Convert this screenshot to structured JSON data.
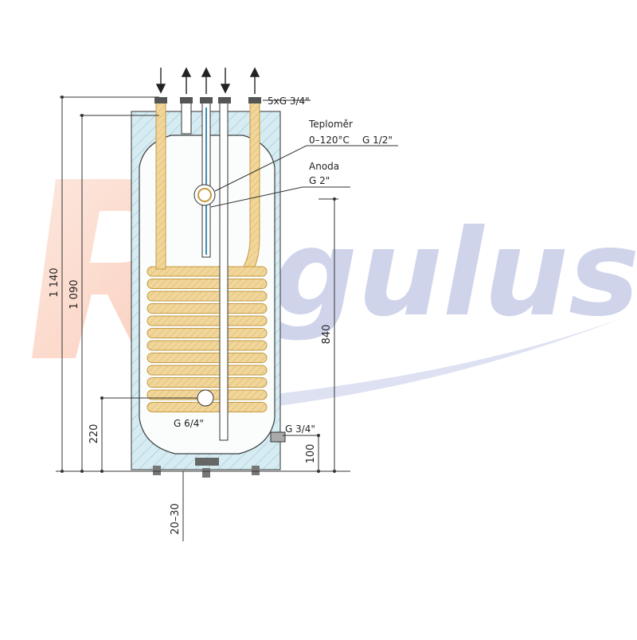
{
  "watermark": {
    "text": "Regulus",
    "color_main": "#9aa6d6",
    "color_r": "#f6b79a"
  },
  "labels": {
    "connections": "5xG 3/4\"",
    "thermometer_name": "Teploměr",
    "thermometer_range": "0–120°C",
    "thermometer_thread": "G 1/2\"",
    "anode_name": "Anoda",
    "anode_thread": "G 2\"",
    "bottom_port": "G 6/4\"",
    "side_port": "G 3/4\""
  },
  "dimensions": {
    "height_total": "1 140",
    "height_inner": "1 090",
    "height_220": "220",
    "height_840": "840",
    "height_100": "100",
    "feet": "20–30"
  },
  "colors": {
    "insulation": "#cfe7ee",
    "coil": "#e8c27a",
    "coil_dark": "#c59a3e",
    "line": "#333333"
  }
}
